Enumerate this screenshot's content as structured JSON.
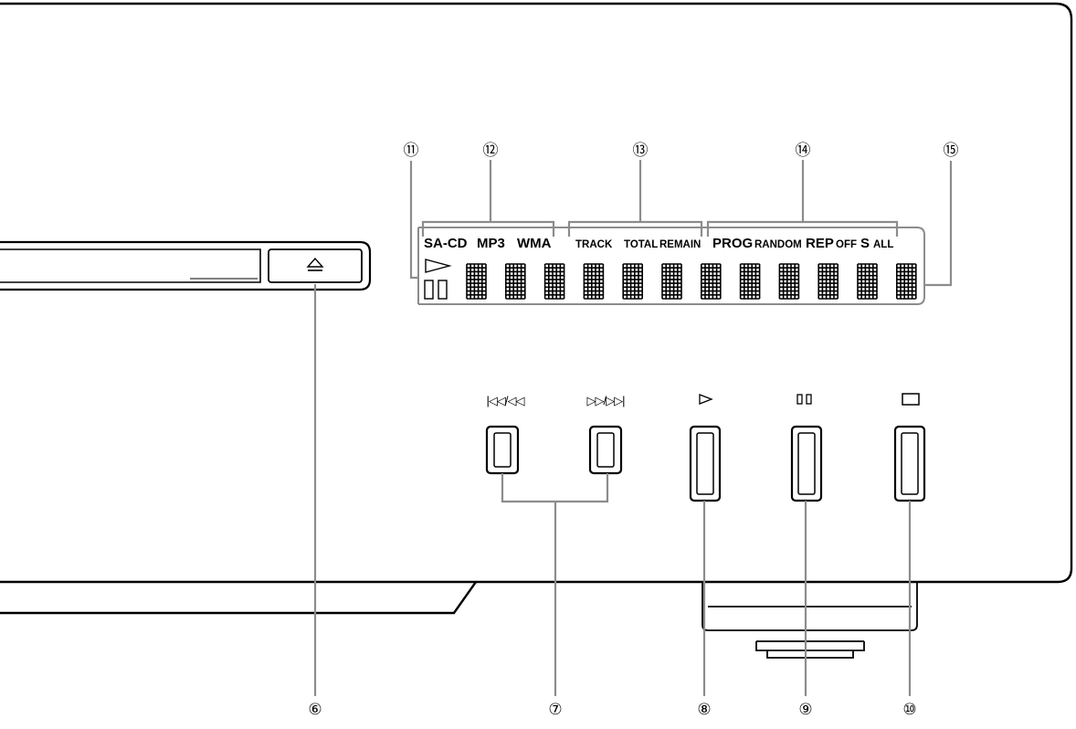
{
  "callouts": [
    {
      "id": "6",
      "label": "⑥"
    },
    {
      "id": "7",
      "label": "⑦"
    },
    {
      "id": "8",
      "label": "⑧"
    },
    {
      "id": "9",
      "label": "⑨"
    },
    {
      "id": "10",
      "label": "⑩"
    },
    {
      "id": "11",
      "label": "⑪"
    },
    {
      "id": "12",
      "label": "⑫"
    },
    {
      "id": "13",
      "label": "⑬"
    },
    {
      "id": "14",
      "label": "⑭"
    },
    {
      "id": "15",
      "label": "⑮"
    }
  ],
  "display": {
    "source_indicators": [
      "SA-CD",
      "MP3",
      "WMA"
    ],
    "time_indicators": [
      "TRACK",
      "TOTAL",
      "REMAIN"
    ],
    "mode_indicators": {
      "prog": "PROG",
      "random": "RANDOM",
      "rep": "REP",
      "off": "OFF",
      "s": "S",
      "all": "ALL"
    },
    "dot_matrix_character_count": 12
  },
  "buttons": {
    "skip_back_symbol": "|◁◁/◁◁",
    "skip_forward_symbol": "▷▷/▷▷|",
    "play_symbol": "▷",
    "pause_symbol": "▯▯",
    "stop_symbol": "▭"
  },
  "colors": {
    "outline": "#000000",
    "leader": "#8c8c8c"
  }
}
